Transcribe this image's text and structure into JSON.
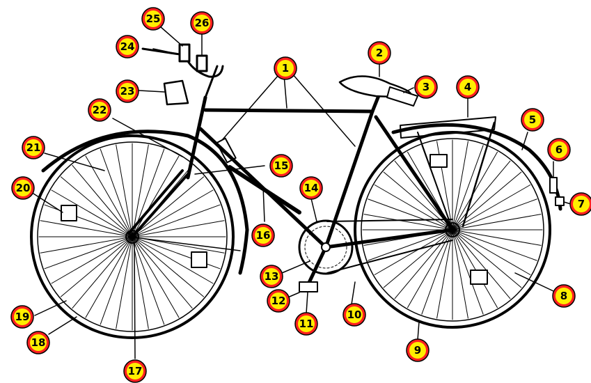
{
  "diagram": {
    "subject": "bicycle parts",
    "colors": {
      "badge_fill": "#ffee00",
      "badge_ring": "#ff2020",
      "line": "#000000"
    },
    "labels": [
      "1",
      "2",
      "3",
      "4",
      "5",
      "6",
      "7",
      "8",
      "9",
      "10",
      "11",
      "12",
      "13",
      "14",
      "15",
      "16",
      "17",
      "18",
      "19",
      "20",
      "21",
      "22",
      "23",
      "24",
      "25",
      "26"
    ]
  }
}
